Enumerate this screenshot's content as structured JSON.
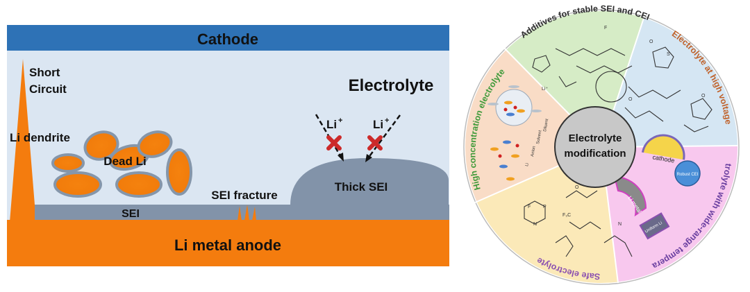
{
  "left_panel": {
    "cathode": "Cathode",
    "electrolyte": "Electrolyte",
    "short_circuit_line1": "Short",
    "short_circuit_line2": "Circuit",
    "li_dendrite": "Li dendrite",
    "dead_li": "Dead Li",
    "li_ion_1": "Li",
    "li_ion_2": "Li",
    "li_ion_sup": "+",
    "sei": "SEI",
    "sei_fracture": "SEI fracture",
    "thick_sei": "Thick SEI",
    "anode": "Li metal anode"
  },
  "wheel": {
    "center_line1": "Electrolyte",
    "center_line2": "modification",
    "sectors": [
      {
        "label": "Additives for stable SEI and CEI",
        "color": "#d6ecc6",
        "text_color": "#2e2e2e"
      },
      {
        "label": "Electrolyte at high voltage",
        "color": "#d5e6f3",
        "text_color": "#c0622a"
      },
      {
        "label": "Electrolyte with wide-range temperature",
        "color": "#f8c8ee",
        "text_color": "#6a3fa0"
      },
      {
        "label": "Safe electrolyte",
        "color": "#fbe9b8",
        "text_color": "#8a4fb0"
      },
      {
        "label": "High concentration electrolyte",
        "color": "#f9dcc6",
        "text_color": "#3f9a3a"
      }
    ],
    "inset_labels": {
      "cathode": "cathode",
      "li_metal": "Li metal",
      "uniform_li": "Uniform Li",
      "robust_cei": "Robust CEI"
    },
    "solvation_labels": [
      "Li",
      "Anion",
      "Solvent",
      "Diluent"
    ]
  }
}
